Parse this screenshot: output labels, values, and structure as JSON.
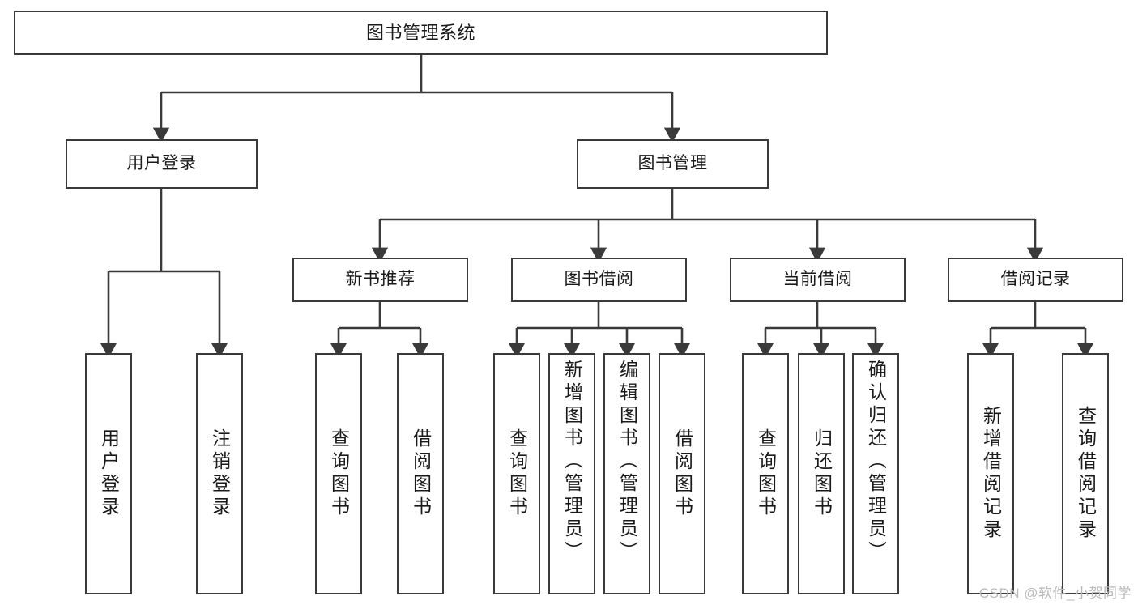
{
  "diagram": {
    "title": "图书管理系统",
    "watermark": "CSDN @软件_小贺同学",
    "style": {
      "border_color": "#3a3a3a",
      "line_color": "#3a3a3a",
      "background": "#ffffff",
      "text_color": "#1a1a1a",
      "watermark_color": "#b9b9b9"
    },
    "root": {
      "label": "图书管理系统"
    },
    "level1": [
      {
        "label": "用户登录"
      },
      {
        "label": "图书管理"
      }
    ],
    "level2": [
      {
        "label": "新书推荐"
      },
      {
        "label": "图书借阅"
      },
      {
        "label": "当前借阅"
      },
      {
        "label": "借阅记录"
      }
    ],
    "leaves": {
      "user_login": [
        {
          "label": "用户登录"
        },
        {
          "label": "注销登录"
        }
      ],
      "new_book_rec": [
        {
          "label": "查询图书"
        },
        {
          "label": "借阅图书"
        }
      ],
      "book_borrow": [
        {
          "label": "查询图书"
        },
        {
          "label": "新增图书（管理员）"
        },
        {
          "label": "编辑图书（管理员）"
        },
        {
          "label": "借阅图书"
        }
      ],
      "current_borrow": [
        {
          "label": "查询图书"
        },
        {
          "label": "归还图书"
        },
        {
          "label": "确认归还（管理员）"
        }
      ],
      "borrow_record": [
        {
          "label": "新增借阅记录"
        },
        {
          "label": "查询借阅记录"
        }
      ]
    }
  }
}
